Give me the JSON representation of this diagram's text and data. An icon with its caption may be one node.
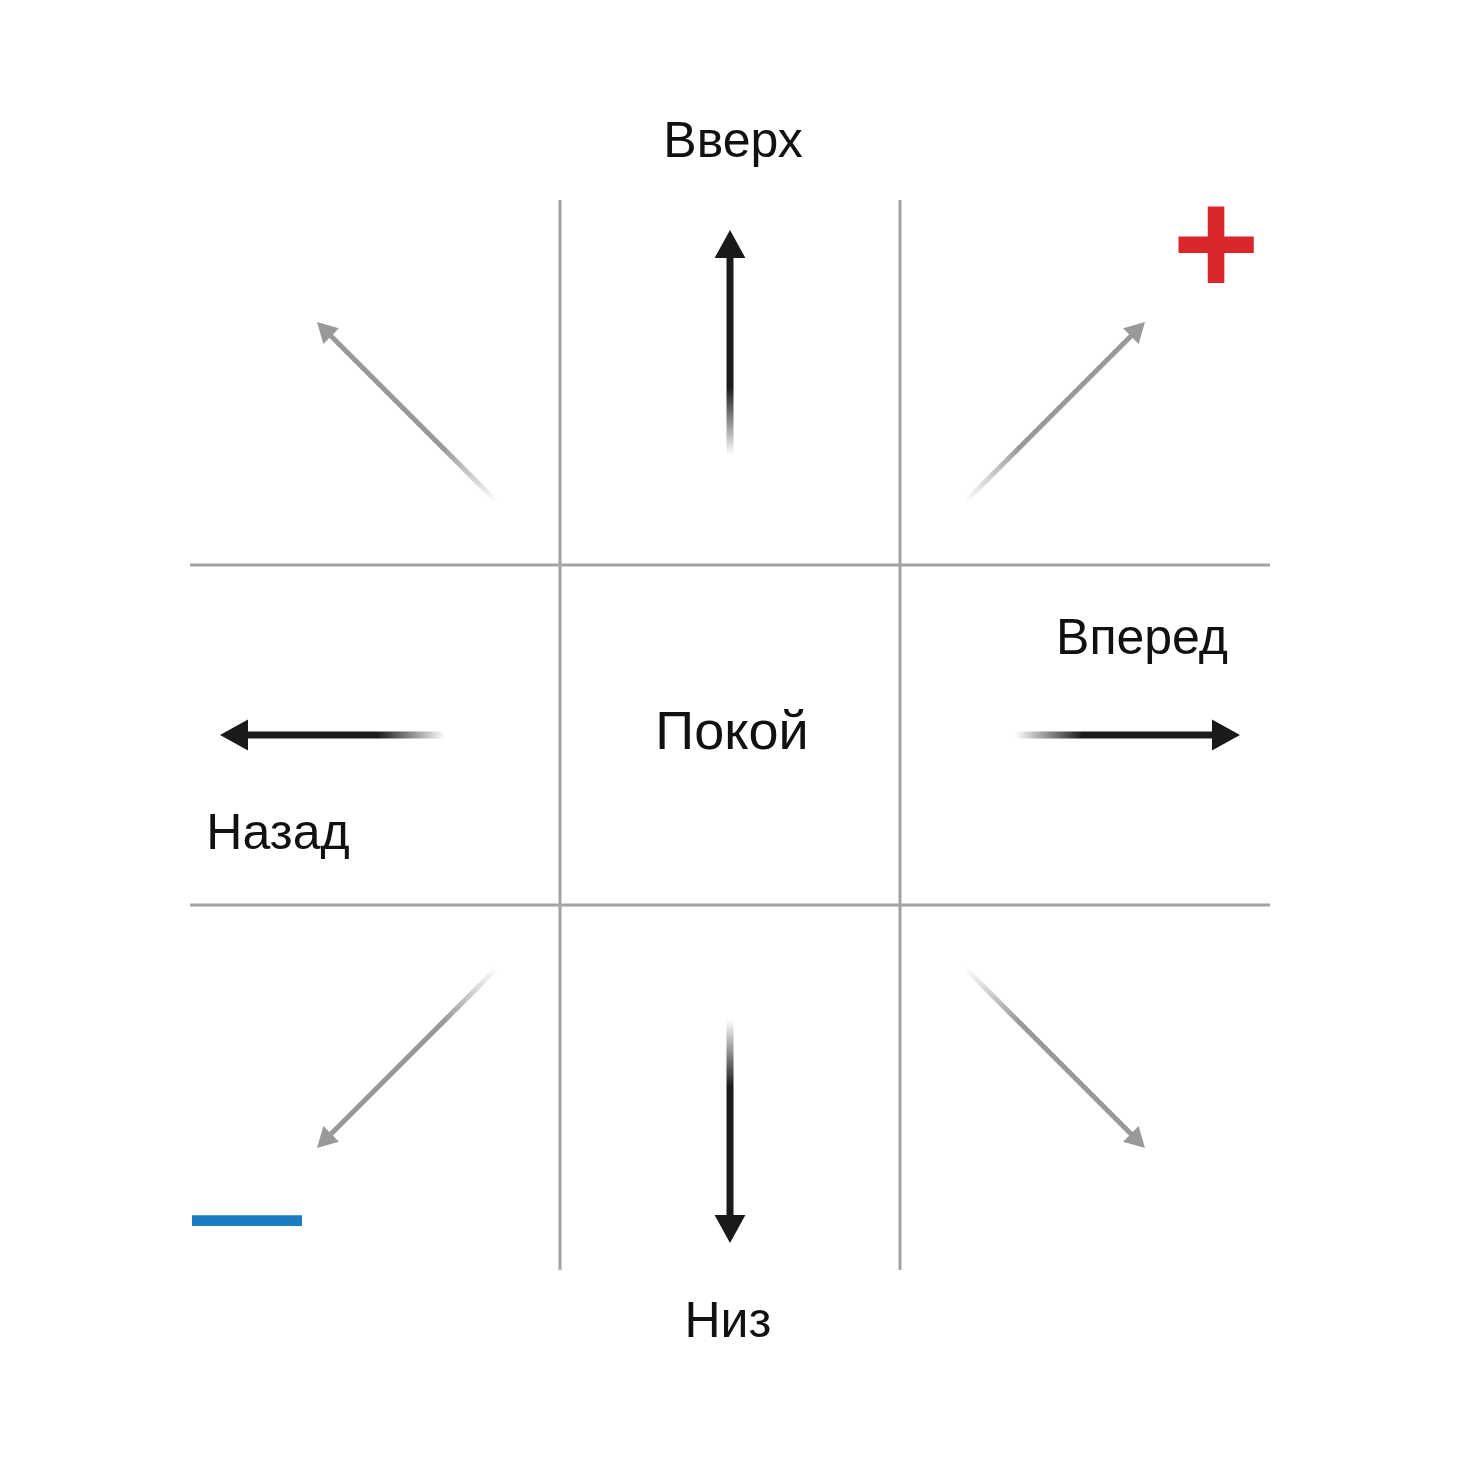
{
  "diagram": {
    "labels": [
      "Вверх",
      "+",
      "Вперед",
      "Покой",
      "Назад",
      "—",
      "Низ"
    ]
  }
}
